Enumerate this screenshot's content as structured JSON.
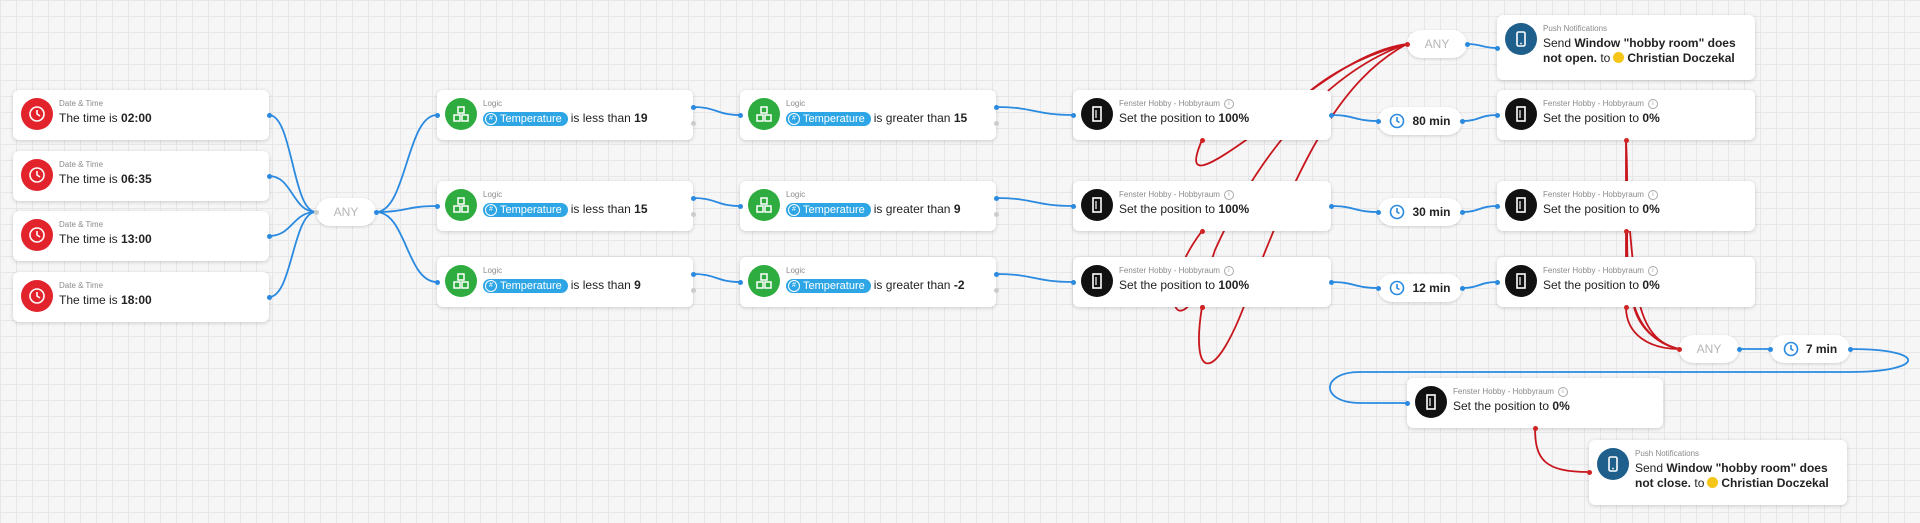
{
  "labels": {
    "date_time": "Date & Time",
    "logic": "Logic",
    "fenster": "Fenster Hobby - Hobbyraum",
    "push": "Push Notifications",
    "time_prefix": "The time is",
    "temperature": "Temperature",
    "less_than": "is less than",
    "greater_than": "is greater than",
    "set_position": "Set the position to",
    "any": "ANY",
    "send": "Send",
    "to": "to"
  },
  "times": [
    "02:00",
    "06:35",
    "13:00",
    "18:00"
  ],
  "less_values": [
    "19",
    "15",
    "9"
  ],
  "greater_values": [
    "15",
    "9",
    "-2"
  ],
  "open_positions": [
    "100%",
    "100%",
    "100%"
  ],
  "delays": [
    "80 min",
    "30 min",
    "12 min"
  ],
  "close_positions": [
    "0%",
    "0%",
    "0%"
  ],
  "final_delay": "7 min",
  "final_position": "0%",
  "notify_open": {
    "message": "Window \"hobby room\" does not open.",
    "recipient": "Christian Doczekal"
  },
  "notify_close": {
    "message": "Window \"hobby room\" does not close.",
    "recipient": "Christian Doczekal"
  },
  "colors": {
    "wire_blue": "#2a8ae0",
    "wire_red": "#c8161d"
  }
}
